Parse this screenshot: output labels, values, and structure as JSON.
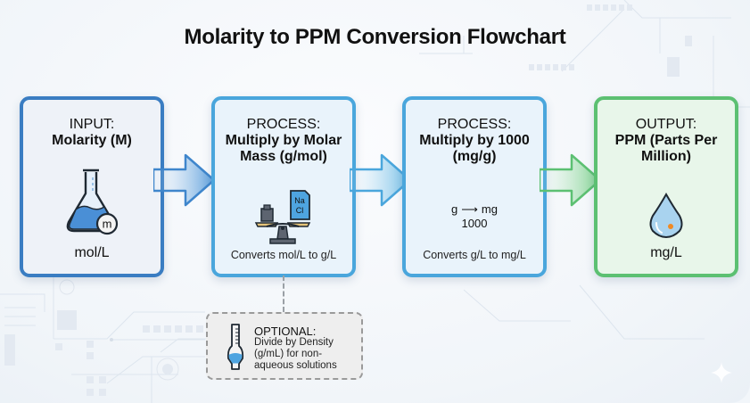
{
  "title": "Molarity to PPM Conversion Flowchart",
  "colors": {
    "input_border": "#3a7dc2",
    "process_border": "#4aa6dc",
    "output_border": "#5cc072",
    "optional_border": "#9a9a9a"
  },
  "steps": [
    {
      "kind": "input",
      "label": "INPUT:",
      "heading": "Molarity (M)",
      "icon": "flask-icon",
      "icon_badge": "m",
      "footer": "mol/L"
    },
    {
      "kind": "process",
      "label": "PROCESS:",
      "heading": "Multiply by Molar Mass (g/mol)",
      "icon": "balance-scale-icon",
      "icon_doc_lines": [
        "Na",
        "Cl"
      ],
      "footer": "Converts mol/L to g/L"
    },
    {
      "kind": "process",
      "label": "PROCESS:",
      "heading": "Multiply by 1000 (mg/g)",
      "equation": {
        "from": "g",
        "to": "mg",
        "factor": "1000"
      },
      "footer": "Converts g/L to mg/L"
    },
    {
      "kind": "output",
      "label": "OUTPUT:",
      "heading": "PPM (Parts Per Million)",
      "icon": "water-drop-icon",
      "footer": "mg/L"
    }
  ],
  "optional": {
    "title": "OPTIONAL:",
    "text": "Divide by Density (g/mL) for non-aqueous solutions",
    "icon": "hydrometer-icon"
  }
}
